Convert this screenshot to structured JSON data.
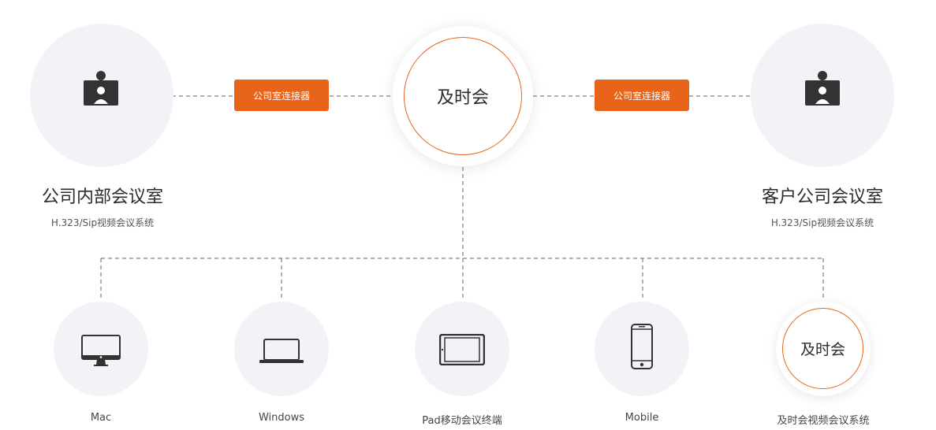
{
  "colors": {
    "accent": "#e8641b",
    "circle_bg": "#f3f3f7",
    "icon": "#333333"
  },
  "hub": {
    "label": "及时会"
  },
  "connectors": {
    "left_label": "公司室连接器",
    "right_label": "公司室连接器"
  },
  "rooms": {
    "left": {
      "title": "公司内部会议室",
      "subtitle": "H.323/Sip视频会议系统",
      "icon": "conference-room-icon"
    },
    "right": {
      "title": "客户公司会议室",
      "subtitle": "H.323/Sip视频会议系统",
      "icon": "conference-room-icon"
    }
  },
  "devices": [
    {
      "label": "Mac",
      "icon": "imac-icon"
    },
    {
      "label": "Windows",
      "icon": "laptop-icon"
    },
    {
      "label": "Pad移动会议终端",
      "icon": "tablet-icon"
    },
    {
      "label": "Mobile",
      "icon": "smartphone-icon"
    },
    {
      "label": "及时会视频会议系统",
      "icon": "jishihui-logo",
      "badge": "及时会"
    }
  ]
}
